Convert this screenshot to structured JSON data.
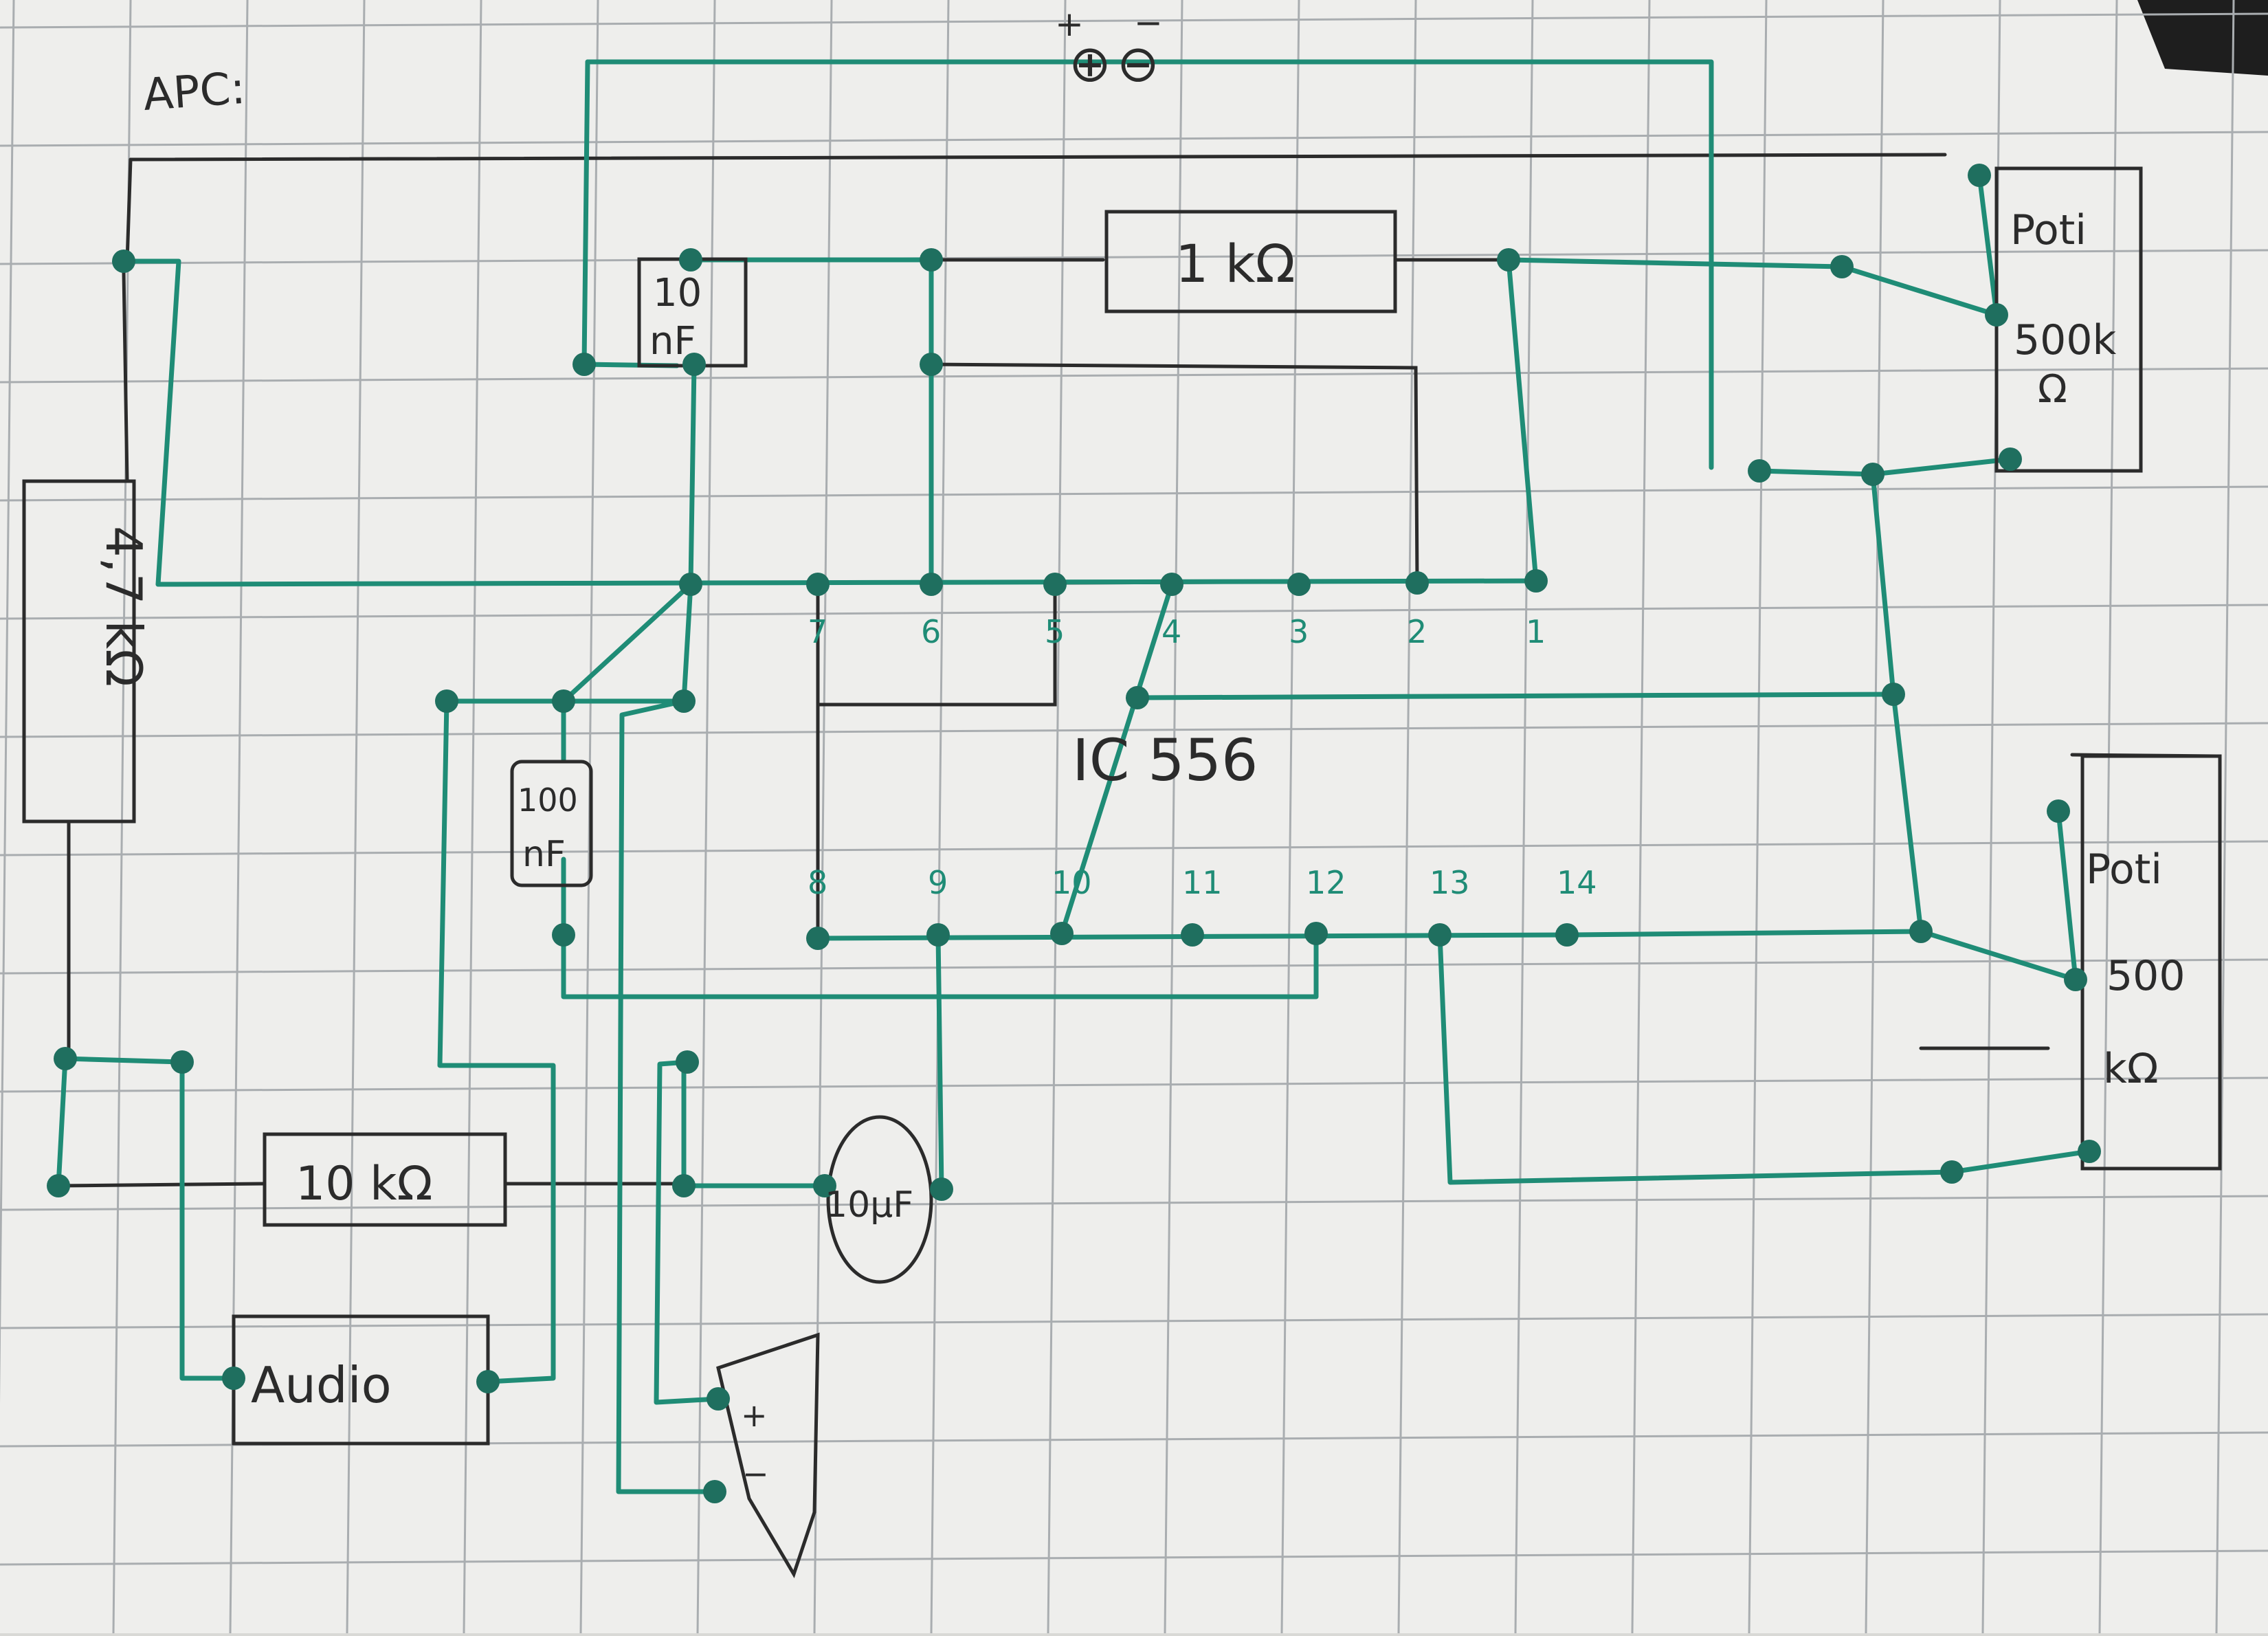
{
  "title": "APC:",
  "power": {
    "plus": "+",
    "minus": "−",
    "plus_terminal": "⊕",
    "minus_terminal": "⊖"
  },
  "colors": {
    "ink": "#2b2b2b",
    "wire": "#1f8c76",
    "paper": "#f1f1ef",
    "grid": "#9fa3a6"
  },
  "chip": {
    "label": "IC 556",
    "top_pins": [
      "7",
      "6",
      "5",
      "4",
      "3",
      "2",
      "1"
    ],
    "bottom_pins": [
      "8",
      "9",
      "10",
      "11",
      "12",
      "13",
      "14"
    ]
  },
  "components": {
    "r_1k": "1 kΩ",
    "r_47k": "4,7 kΩ",
    "r_10k": "10 kΩ",
    "c_10nf": {
      "line1": "10",
      "line2": "nF"
    },
    "c_100nf": {
      "line1": "100",
      "line2": "nF"
    },
    "c_10uf": "10µF",
    "audio": "Audio",
    "pot_top": {
      "line1": "Poti",
      "line2": "500k",
      "line3": "Ω"
    },
    "pot_bottom": {
      "line1": "Poti",
      "line2": "500",
      "line3": "kΩ"
    },
    "speaker": {
      "plus": "+",
      "minus": "−"
    }
  }
}
